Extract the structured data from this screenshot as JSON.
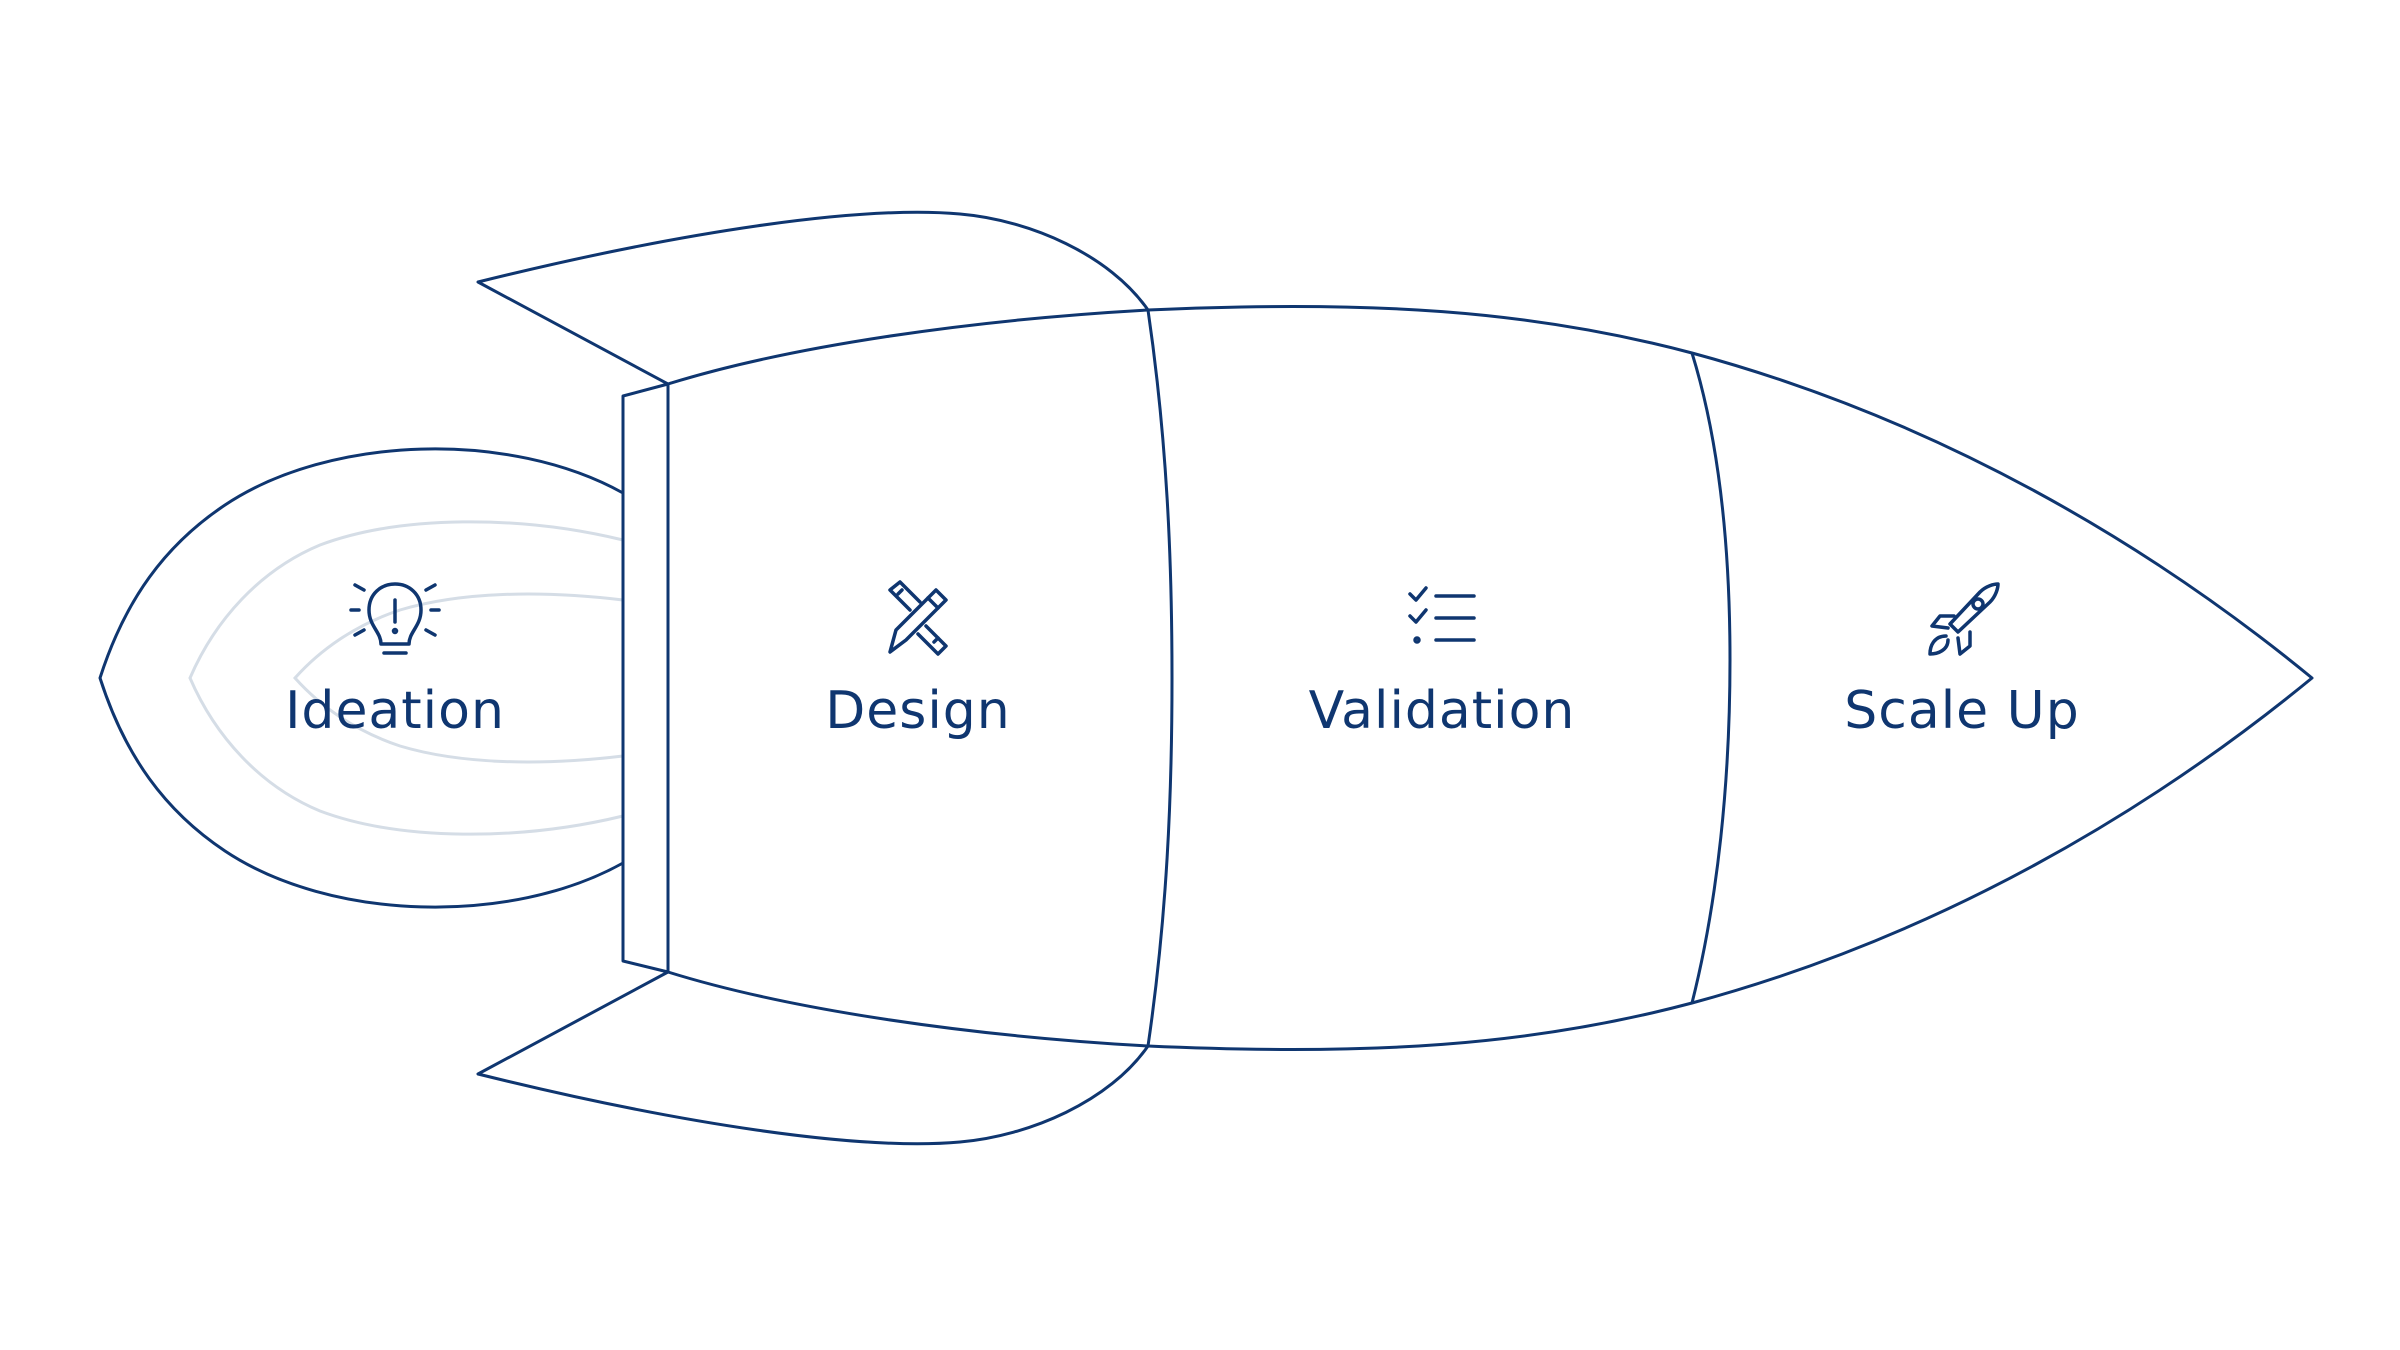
{
  "colors": {
    "primary": "#0f3670",
    "flame": "#d5dde6",
    "background": "#ffffff"
  },
  "stages": [
    {
      "label": "Ideation",
      "icon": "lightbulb-icon"
    },
    {
      "label": "Design",
      "icon": "pencil-ruler-icon"
    },
    {
      "label": "Validation",
      "icon": "checklist-icon"
    },
    {
      "label": "Scale Up",
      "icon": "rocket-icon"
    }
  ]
}
